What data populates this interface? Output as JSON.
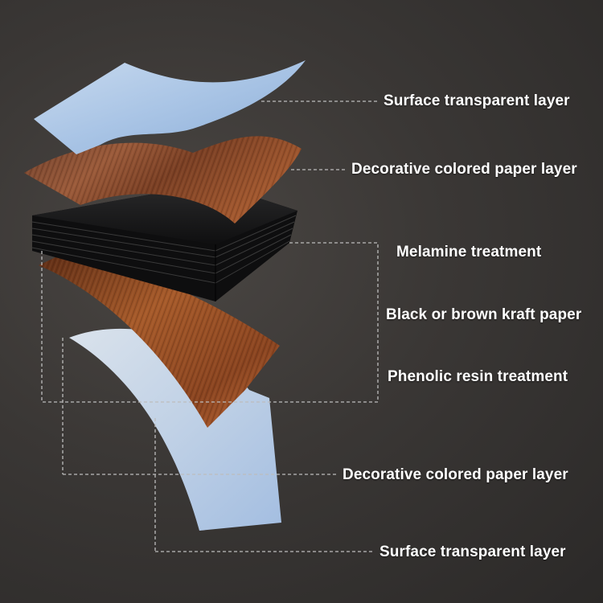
{
  "diagram": {
    "labels": {
      "surface_top": "Surface transparent layer",
      "decor_top": "Decorative colored paper layer",
      "melamine": "Melamine treatment",
      "kraft": "Black or brown kraft paper",
      "phenolic": "Phenolic resin treatment",
      "decor_bottom": "Decorative colored paper layer",
      "surface_bottom": "Surface transparent layer"
    }
  },
  "colors": {
    "background": "#3a3735",
    "transparent_sheet": "#b9d4f2",
    "wood_sheet": "#8a4a2a",
    "kraft_stack": "#1b1b1c",
    "leader_line": "#bdbdbd",
    "label_text": "#ffffff"
  }
}
